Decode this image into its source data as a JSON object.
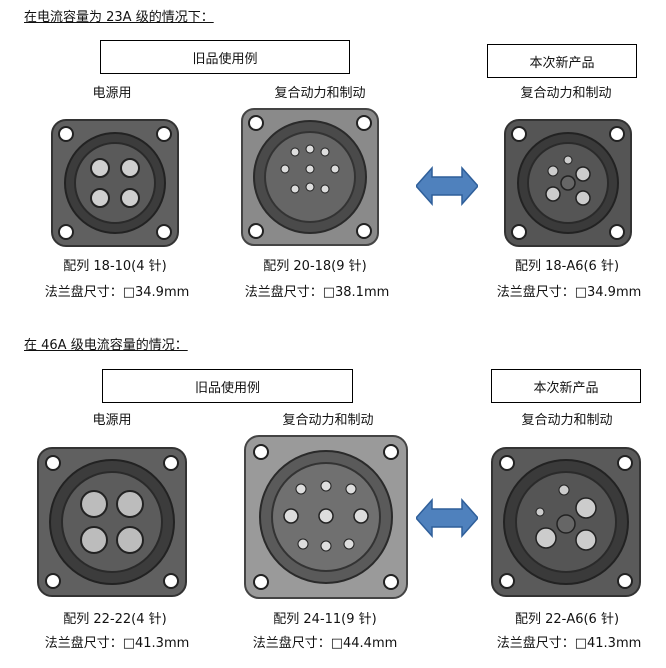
{
  "sections": [
    {
      "heading": "在电流容量为 23A 级的情况下：",
      "legacy_box": "旧品使用例",
      "new_box": "本次新产品",
      "items": [
        {
          "type": "电源用",
          "series": "配列 18-10(4 针)",
          "flange": "法兰盘尺寸：□34.9mm"
        },
        {
          "type": "复合动力和制动",
          "series": "配列 20-18(9 针)",
          "flange": "法兰盘尺寸：□38.1mm"
        },
        {
          "type": "复合动力和制动",
          "series": "配列 18-A6(6 针)",
          "flange": "法兰盘尺寸：□34.9mm"
        }
      ]
    },
    {
      "heading": "在 46A 级电流容量的情况：",
      "legacy_box": "旧品使用例",
      "new_box": "本次新产品",
      "items": [
        {
          "type": "电源用",
          "series": "配列 22-22(4 针)",
          "flange": "法兰盘尺寸：□41.3mm"
        },
        {
          "type": "复合动力和制动",
          "series": "配列 24-11(9 针)",
          "flange": "法兰盘尺寸：□44.4mm"
        },
        {
          "type": "复合动力和制动",
          "series": "配列 22-A6(6 针)",
          "flange": "法兰盘尺寸：□41.3mm"
        }
      ]
    }
  ],
  "colors": {
    "arrow": "#4f81bd",
    "flange_dark": "#5a5a5a",
    "flange_light": "#8c8c8c"
  },
  "icons": {
    "arrow": "double-arrow-icon"
  }
}
